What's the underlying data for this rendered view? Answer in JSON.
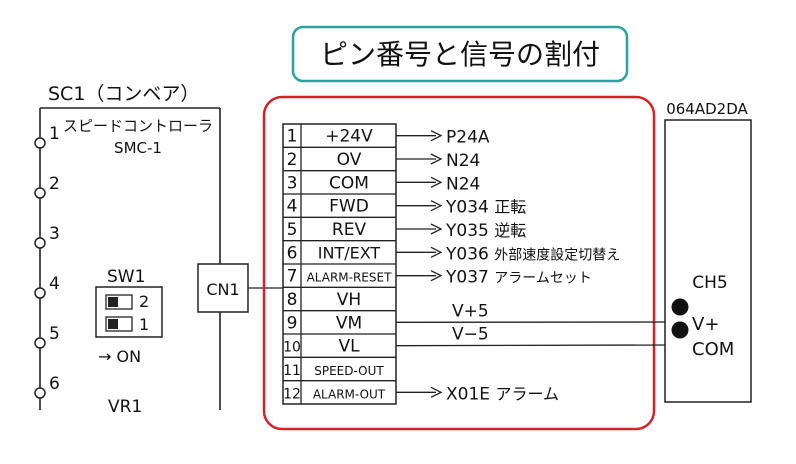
{
  "title": "ピン番号と信号の割付",
  "left_unit": {
    "name": "SC1（コンベア）",
    "controller_name": "スピードコントローラ",
    "controller_model": "SMC-1",
    "terminals": [
      "1",
      "2",
      "3",
      "4",
      "5",
      "6"
    ],
    "switch_label": "SW1",
    "switch_positions": [
      "2",
      "1"
    ],
    "on_label": "→ ON",
    "vr_label": "VR1",
    "connector": "CN1"
  },
  "pins": [
    {
      "num": "1",
      "signal": "+24V",
      "dest": "P24A",
      "arrow": true
    },
    {
      "num": "2",
      "signal": "OV",
      "dest": "N24",
      "arrow": true
    },
    {
      "num": "3",
      "signal": "COM",
      "dest": "N24",
      "arrow": true
    },
    {
      "num": "4",
      "signal": "FWD",
      "dest": "Y034 正転",
      "arrow": true
    },
    {
      "num": "5",
      "signal": "REV",
      "dest": "Y035 逆転",
      "arrow": true
    },
    {
      "num": "6",
      "signal": "INT/EXT",
      "dest": "Y036 外部速度設定切替え",
      "arrow": true
    },
    {
      "num": "7",
      "signal": "ALARM-RESET",
      "dest": "Y037 アラームセット",
      "arrow": true
    },
    {
      "num": "8",
      "signal": "VH",
      "dest": "",
      "arrow": false
    },
    {
      "num": "9",
      "signal": "VM",
      "dest": "V+5",
      "arrow": false
    },
    {
      "num": "10",
      "signal": "VL",
      "dest": "V−5",
      "arrow": false
    },
    {
      "num": "11",
      "signal": "SPEED-OUT",
      "dest": "",
      "arrow": false
    },
    {
      "num": "12",
      "signal": "ALARM-OUT",
      "dest": "X01E アラーム",
      "arrow": true
    }
  ],
  "right_unit": {
    "name": "064AD2DA",
    "channel": "CH5",
    "terminals": [
      "V+",
      "COM"
    ]
  },
  "colors": {
    "title_border": "#2aa3a0",
    "group_border": "#d2232a",
    "line": "#222222"
  }
}
